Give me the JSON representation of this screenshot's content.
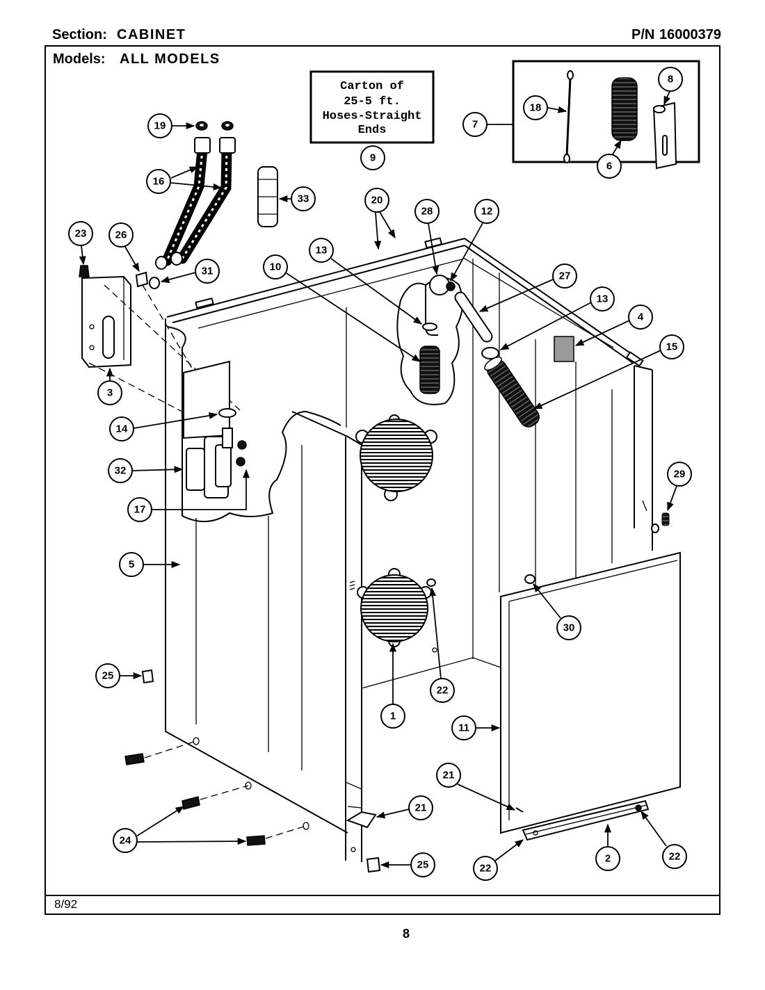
{
  "header": {
    "section_label": "Section:",
    "section": "CABINET",
    "pn_label": "P/N",
    "pn": "16000379"
  },
  "models": {
    "label": "Models:",
    "value": "ALL MODELS"
  },
  "carton": {
    "line1": "Carton of",
    "line2": "25-5 ft.",
    "line3": "Hoses-Straight",
    "line4": "Ends"
  },
  "footer": {
    "date": "8/92",
    "page": "8"
  },
  "callouts": [
    "19",
    "16",
    "33",
    "20",
    "28",
    "12",
    "23",
    "26",
    "31",
    "10",
    "13",
    "27",
    "13",
    "4",
    "15",
    "3",
    "14",
    "32",
    "29",
    "17",
    "5",
    "30",
    "25",
    "22",
    "1",
    "11",
    "21",
    "21",
    "24",
    "2",
    "22",
    "22",
    "25",
    "9",
    "18",
    "7",
    "8",
    "6"
  ]
}
